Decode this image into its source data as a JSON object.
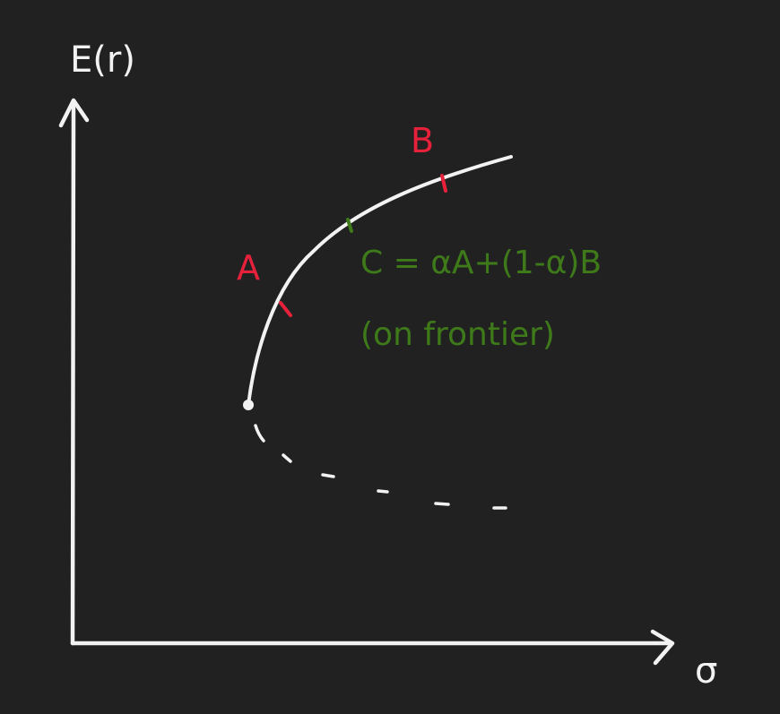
{
  "axes": {
    "y_label": "E(r)",
    "x_label": "σ"
  },
  "points": {
    "a_label": "A",
    "b_label": "B"
  },
  "annotation": {
    "line1": "C = αA+(1-α)B",
    "line2": "(on frontier)"
  },
  "colors": {
    "background": "#212121",
    "curve": "#f2f2f2",
    "marker_red": "#e8213b",
    "marker_green": "#3e7a1a",
    "annotation_green": "#3e7a1a"
  }
}
